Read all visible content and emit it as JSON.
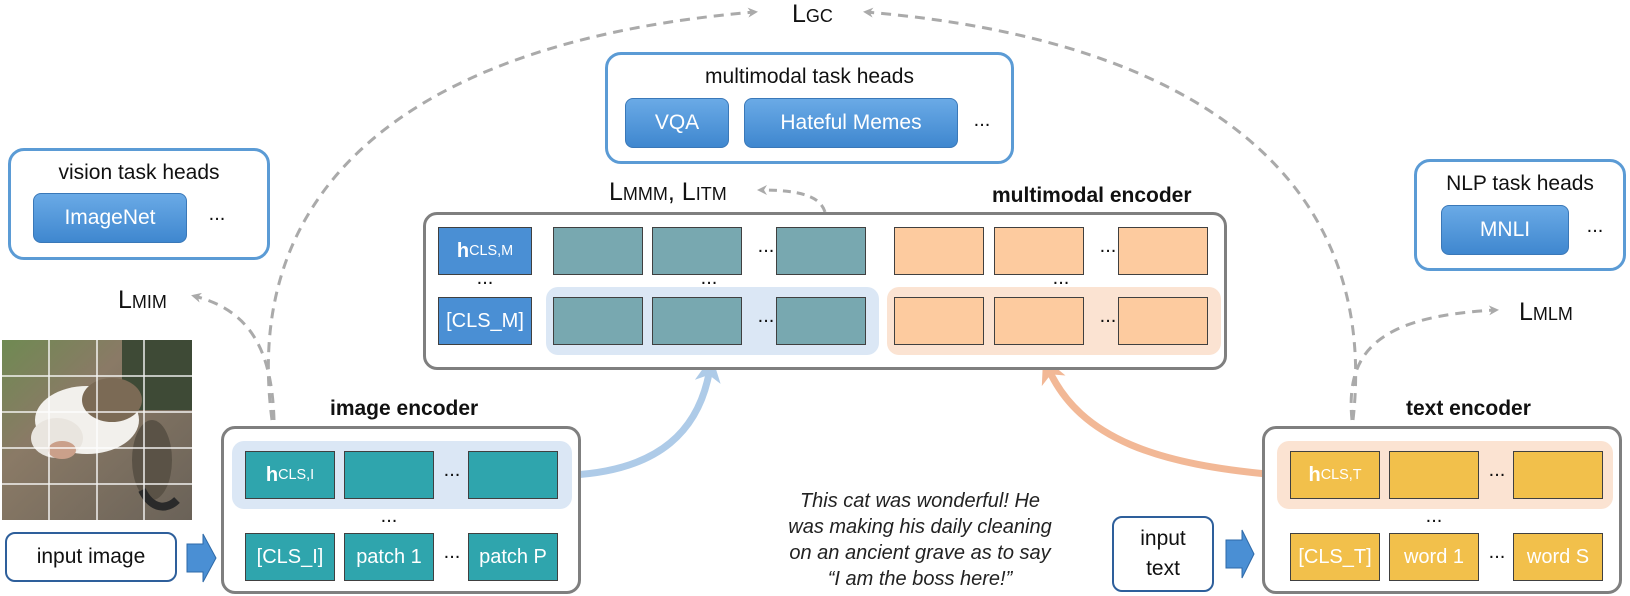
{
  "losses": {
    "gc": {
      "main": "L",
      "sub": "GC"
    },
    "mmm_itm": {
      "main1": "L",
      "sub1": "MMM",
      "sep": ", ",
      "main2": "L",
      "sub2": "ITM"
    },
    "mim": {
      "main": "L",
      "sub": "MIM"
    },
    "mlm": {
      "main": "L",
      "sub": "MLM"
    }
  },
  "multimodal_heads": {
    "title": "multimodal task heads",
    "buttons": [
      "VQA",
      "Hateful Memes"
    ],
    "more": "..."
  },
  "vision_heads": {
    "title": "vision task heads",
    "buttons": [
      "ImageNet"
    ],
    "more": "..."
  },
  "nlp_heads": {
    "title": "NLP task heads",
    "buttons": [
      "MNLI"
    ],
    "more": "..."
  },
  "multimodal_encoder": {
    "title": "multimodal encoder",
    "h_cls": {
      "main": "h",
      "sub": "CLS,M"
    },
    "cls_token": "[CLS_M]",
    "dots": "...",
    "ellipsis": "..."
  },
  "image_encoder": {
    "title": "image encoder",
    "h_cls": {
      "main": "h",
      "sub": "CLS,I"
    },
    "tokens": [
      "[CLS_I]",
      "patch 1",
      "patch P"
    ],
    "dots": "...",
    "ellipsis": "..."
  },
  "text_encoder": {
    "title": "text encoder",
    "h_cls": {
      "main": "h",
      "sub": "CLS,T"
    },
    "tokens": [
      "[CLS_T]",
      "word 1",
      "word S"
    ],
    "dots": "...",
    "ellipsis": "..."
  },
  "inputs": {
    "image_label": "input image",
    "text_label_line1": "input",
    "text_label_line2": "text",
    "quote_lines": [
      "This cat was wonderful! He",
      "was making his daily cleaning",
      "on an ancient grave as to say",
      "“I am the boss here!”"
    ]
  },
  "colors": {
    "head_border": "#5b9bd5",
    "button_blue": "#4a8fd4",
    "image_teal": "#2fa5ad",
    "multimodal_steel": "#78a8b0",
    "multimodal_peach": "#fdcb9f",
    "text_gold": "#f2c04b",
    "encoder_border": "#7f7f7f",
    "arrow_grey": "#aaaaaa",
    "arrow_lightblue": "#aecbe8",
    "arrow_peach": "#f2b896"
  }
}
